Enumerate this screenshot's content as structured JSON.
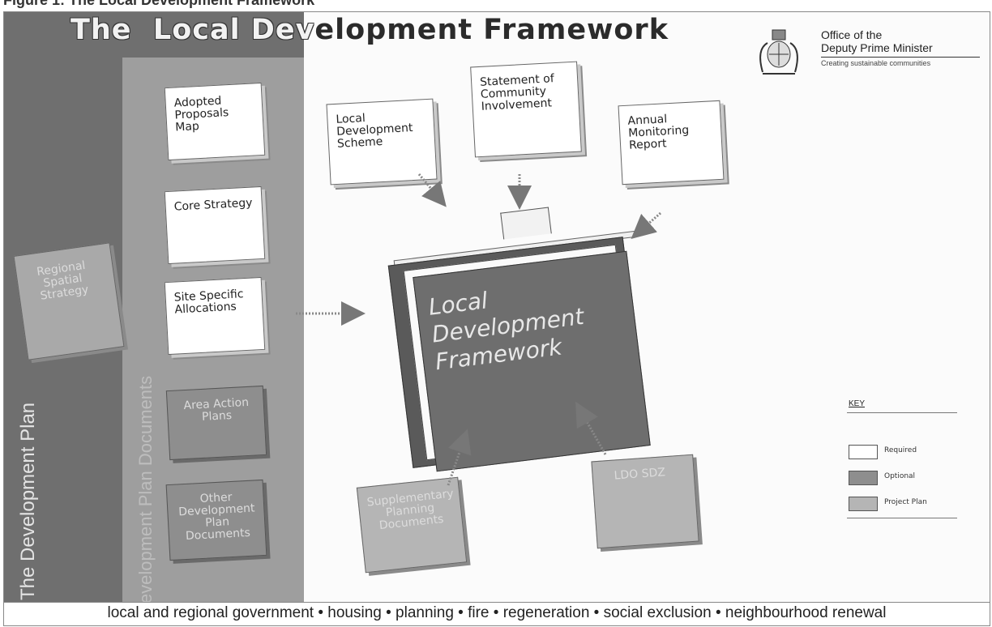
{
  "header": {
    "caption": "Figure 1: The Local Development Framework"
  },
  "title": {
    "part1": "The",
    "part2": "Local Dev",
    "part3": "elopment Framework"
  },
  "logo": {
    "line1": "Office of the",
    "line2": "Deputy Prime Minister",
    "tagline": "Creating sustainable communities"
  },
  "side_labels": {
    "development_plan": "The Development Plan",
    "dpd": "Development Plan Documents"
  },
  "regional_strategy": "Regional Spatial Strategy",
  "documents": {
    "adopted_proposals_map": "Adopted Proposals Map",
    "core_strategy": "Core Strategy",
    "site_specific_allocations": "Site Specific Allocations",
    "area_action_plans": "Area Action Plans",
    "other_dpd": "Other Development Plan Documents",
    "local_development_scheme": "Local Development Scheme",
    "statement_community_involvement": "Statement of Community Involvement",
    "annual_monitoring_report": "Annual Monitoring Report",
    "supplementary_planning_documents": "Supplementary Planning Documents",
    "ldo_sdz": "LDO SDZ"
  },
  "central": {
    "line1": "Local",
    "line2": "Development",
    "line3": "Framework"
  },
  "key": {
    "title": "KEY",
    "required": "Required",
    "optional": "Optional",
    "project_plan": "Project Plan"
  },
  "footer": {
    "text": "local and regional government • housing • planning • fire • regeneration • social exclusion • neighbourhood renewal"
  },
  "colors": {
    "optional": "#8e8e8e",
    "project_plan": "#b5b5b5",
    "required": "#ffffff",
    "left_band": "#6f6f6f"
  }
}
